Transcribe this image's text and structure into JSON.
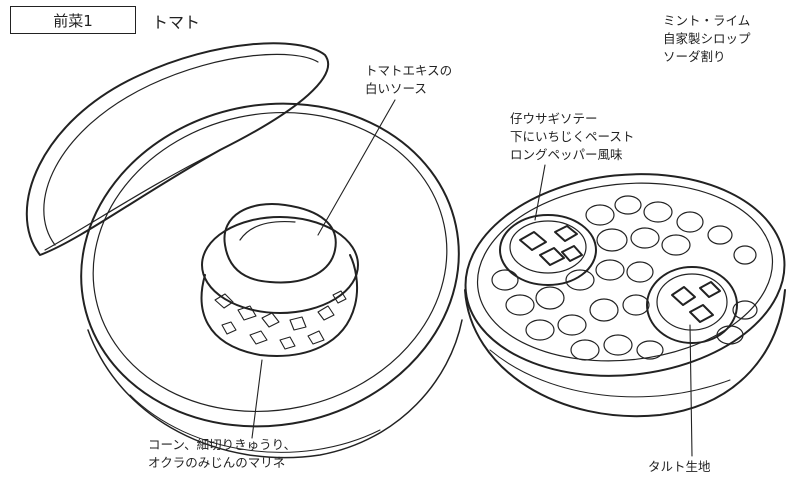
{
  "course_label": "前菜1",
  "dish_name": "トマト",
  "drink": {
    "lines": [
      "ミント・ライム",
      "自家製シロップ",
      "ソーダ割り"
    ]
  },
  "annotations": {
    "tomato_sauce": [
      "トマトエキスの",
      "白いソース"
    ],
    "rabbit_saute": [
      "仔ウサギソテー",
      "下にいちじくペースト",
      "ロングペッパー風味"
    ],
    "marinade": [
      "コーン、細切りきゅうり、",
      "オクラのみじんのマリネ"
    ],
    "tart": [
      "タルト生地"
    ]
  }
}
